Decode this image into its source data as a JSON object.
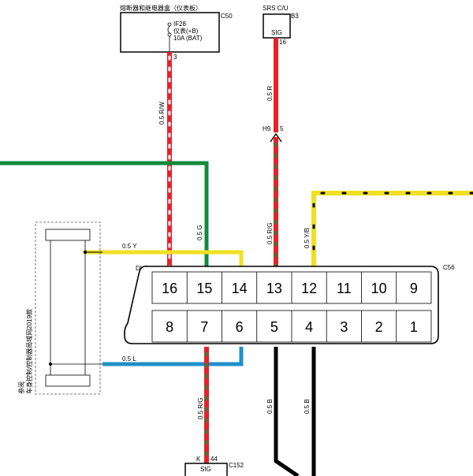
{
  "fuse_box": {
    "title": "熔断器和继电器盒（仪表板）",
    "connector": "C50",
    "fuse_id": "IF28",
    "fuse_name": "仪表(+B)",
    "fuse_rating": "10A (BAT)",
    "pin": "3"
  },
  "srs": {
    "title": "SRS C/U",
    "connector": "B3",
    "signal": "SIG",
    "pin": "16"
  },
  "inline_connector": {
    "id": "H9",
    "pin": "5"
  },
  "dlc": {
    "label": "DLC",
    "connector": "C56",
    "top_pins": [
      "16",
      "15",
      "14",
      "13",
      "12",
      "11",
      "10",
      "9"
    ],
    "bottom_pins": [
      "8",
      "7",
      "6",
      "5",
      "4",
      "3",
      "2",
      "1"
    ]
  },
  "bottom_module": {
    "prefix": "K",
    "pin": "44",
    "signal": "SIG",
    "connector": "C152"
  },
  "reference_note": {
    "line1": "参阅",
    "line2": "车身控制/控制器局域网2019款"
  },
  "wires": {
    "power": {
      "label": "0.5 R/W",
      "color": "#e8202a",
      "stripe": "#ffffff"
    },
    "srs_upper": {
      "label": "0.5 R",
      "color": "#e8202a"
    },
    "srs_lower": {
      "label": "0.5 R/G",
      "color": "#e8202a",
      "stripe": "#1e8a3c"
    },
    "green": {
      "label": "0.5 G",
      "color": "#118a3a"
    },
    "yellow": {
      "label": "0.5 Y",
      "color": "#f0e020"
    },
    "yellow_black": {
      "label": "0.5 Y/B",
      "color": "#f0e020",
      "stripe": "#000000"
    },
    "blue": {
      "label": "0.5 L",
      "color": "#1e90c8"
    },
    "bottom_rg": {
      "label": "0.5 R/G",
      "color": "#e8202a",
      "stripe": "#1e8a3c"
    },
    "black1": {
      "label": "0.5 B",
      "color": "#000000"
    },
    "black2": {
      "label": "0.5 B",
      "color": "#000000"
    }
  }
}
